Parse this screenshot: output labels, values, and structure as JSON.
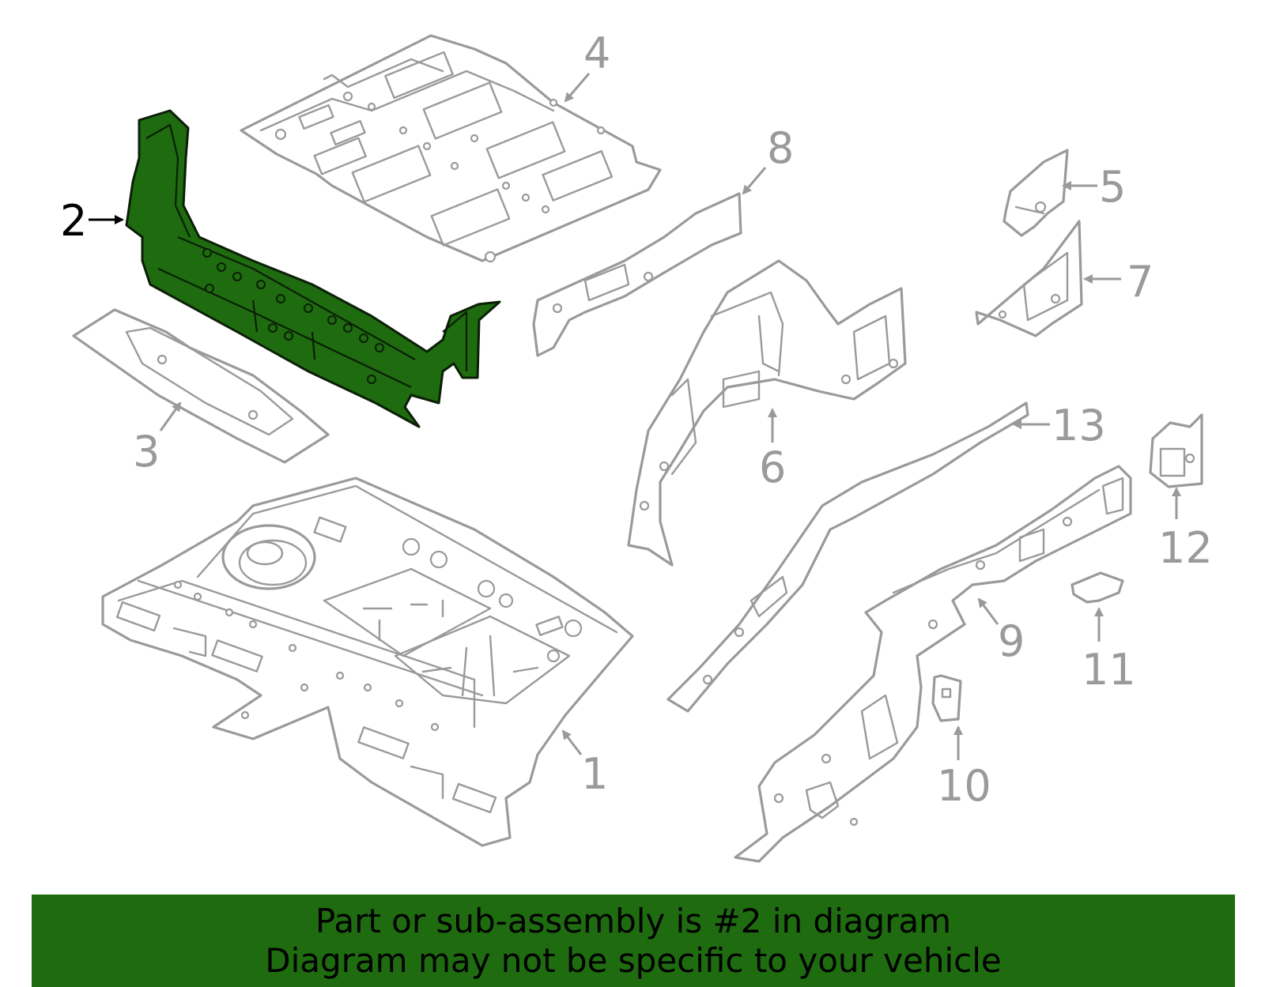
{
  "diagram": {
    "highlight_color": "#1e6b10",
    "line_color": "#9a9a9a",
    "highlighted_part": "2",
    "callouts": [
      {
        "id": "1",
        "label": "1"
      },
      {
        "id": "2",
        "label": "2"
      },
      {
        "id": "3",
        "label": "3"
      },
      {
        "id": "4",
        "label": "4"
      },
      {
        "id": "5",
        "label": "5"
      },
      {
        "id": "6",
        "label": "6"
      },
      {
        "id": "7",
        "label": "7"
      },
      {
        "id": "8",
        "label": "8"
      },
      {
        "id": "9",
        "label": "9"
      },
      {
        "id": "10",
        "label": "10"
      },
      {
        "id": "11",
        "label": "11"
      },
      {
        "id": "12",
        "label": "12"
      },
      {
        "id": "13",
        "label": "13"
      }
    ]
  },
  "banner": {
    "background": "#1e6b10",
    "line1": "Part or sub-assembly is #2 in diagram",
    "line2": "Diagram may not be specific to your vehicle"
  }
}
